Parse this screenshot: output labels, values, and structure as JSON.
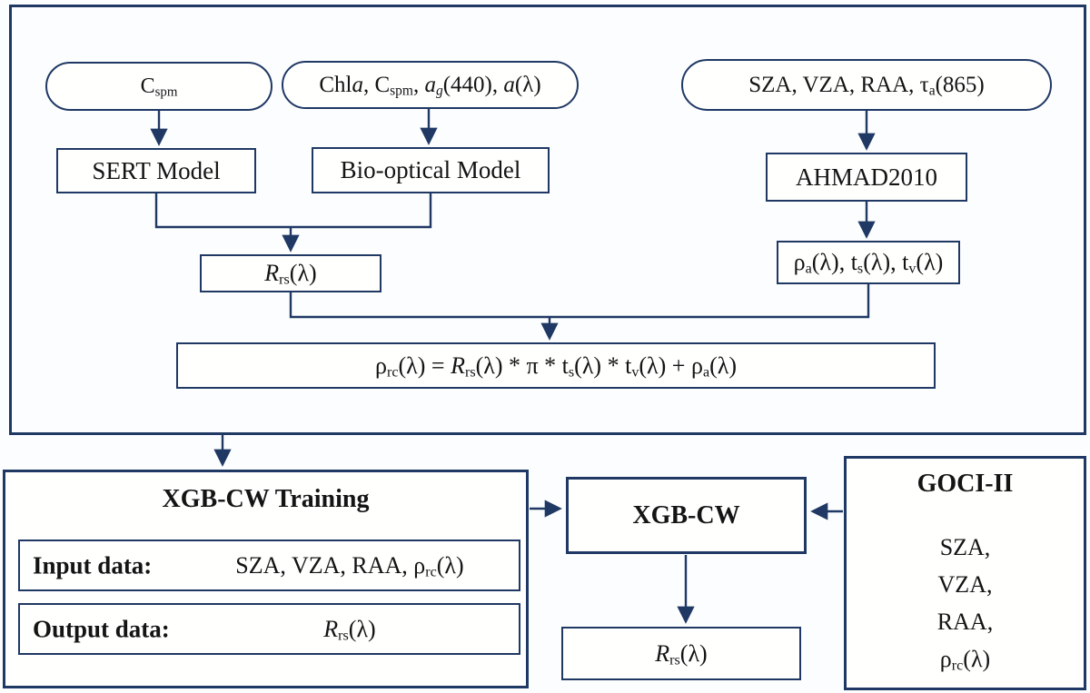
{
  "colors": {
    "border_navy": "#1f3864",
    "text": "#141414",
    "background": "#fcfdfe"
  },
  "top_section": {
    "pills": [
      {
        "label_html": "C<sub>spm</sub>"
      },
      {
        "label_html": "Chl<i>a</i>, C<sub>spm</sub>, <i>a<sub>g</sub></i>(440), <i>a</i>(λ)"
      },
      {
        "label_html": "SZA, VZA, RAA, τ<sub>a</sub>(865)"
      }
    ],
    "boxes": [
      {
        "label_html": "SERT Model"
      },
      {
        "label_html": "Bio-optical Model"
      },
      {
        "label_html": "AHMAD2010"
      },
      {
        "label_html": "<i>R</i><sub>rs</sub>(λ)"
      },
      {
        "label_html": "ρ<sub>a</sub>(λ), t<sub>s</sub>(λ), t<sub>v</sub>(λ)"
      },
      {
        "label_html": "ρ<sub>rc</sub>(λ) = <i>R</i><sub>rs</sub>(λ) * π * t<sub>s</sub>(λ) * t<sub>v</sub>(λ) + ρ<sub>a</sub>(λ)"
      }
    ]
  },
  "training": {
    "title": "XGB-CW Training",
    "input_label": "Input data:",
    "input_value_html": "SZA, VZA, RAA, ρ<sub>rc</sub>(λ)",
    "output_label": "Output data:",
    "output_value_html": "<i>R</i><sub>rs</sub>(λ)"
  },
  "model": {
    "label": "XGB-CW"
  },
  "result": {
    "label_html": "<i>R</i><sub>rs</sub>(λ)"
  },
  "goci": {
    "title": "GOCI-II",
    "items_html": [
      "SZA,",
      "VZA,",
      "RAA,",
      "ρ<sub>rc</sub>(λ)"
    ]
  }
}
